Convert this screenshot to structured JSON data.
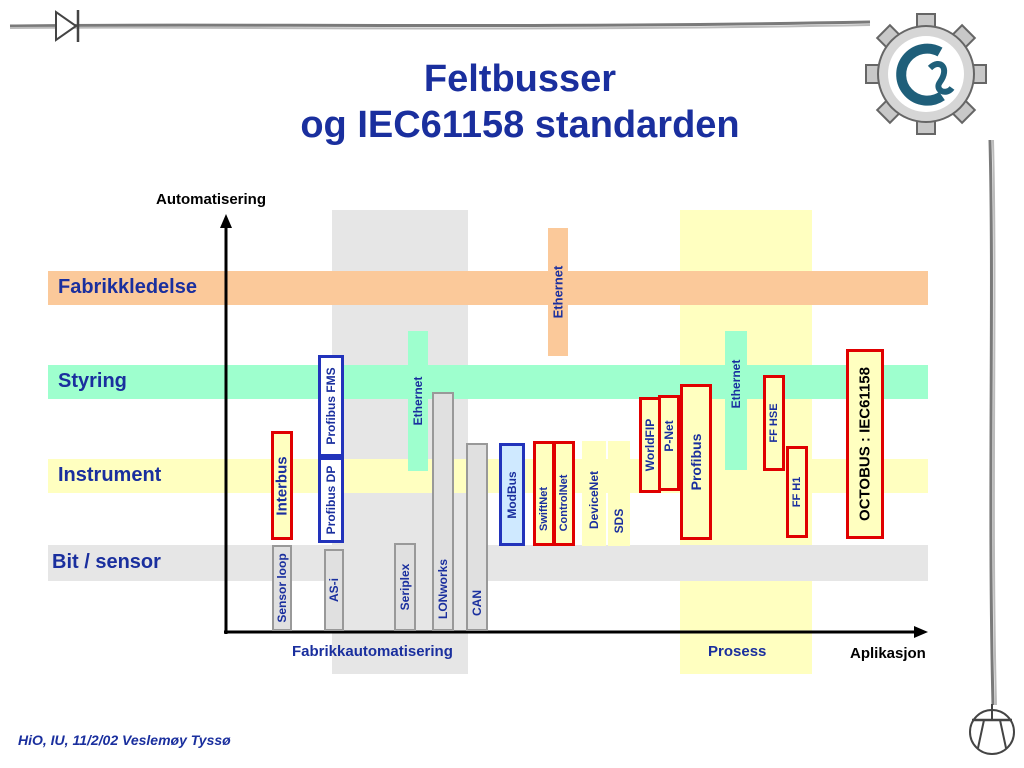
{
  "title": {
    "line1": "Feltbusser",
    "line2": "og IEC61158 standarden"
  },
  "axes": {
    "y_label": "Automatisering",
    "x_label": "Aplikasjon",
    "x_region_left": "Fabrikkautomatisering",
    "x_region_right": "Prosess"
  },
  "levels": [
    "Fabrikkledelse",
    "Styring",
    "Instrument",
    "Bit / sensor"
  ],
  "buses": {
    "interbus": "Interbus",
    "sensor_loop": "Sensor loop",
    "profibus_fms": "Profibus FMS",
    "profibus_dp": "Profibus DP",
    "as_i": "AS-i",
    "ethernet_1": "Ethernet",
    "seriplex": "Seriplex",
    "lonworks": "LONworks",
    "can": "CAN",
    "modbus": "ModBus",
    "swiftnet": "SwiftNet",
    "controlnet": "ControlNet",
    "ethernet_2": "Ethernet",
    "devicenet": "DeviceNet",
    "sds": "SDS",
    "worldfip": "WorldFIP",
    "p_net": "P-Net",
    "profibus": "Profibus",
    "ethernet_3": "Ethernet",
    "ff_hse": "FF HSE",
    "ff_h1": "FF H1",
    "octobus": "OCTOBUS : IEC61158"
  },
  "footer": "HiO, IU, 11/2/02 Veslemøy Tyssø",
  "colors": {
    "title_blue": "#1a2f9e",
    "band_orange": "#fbc99a",
    "band_green": "#9effce",
    "band_yellow": "#ffffc0",
    "band_grey": "#e6e6e6",
    "frame_red": "#e00000",
    "frame_blue": "#2233bb"
  }
}
